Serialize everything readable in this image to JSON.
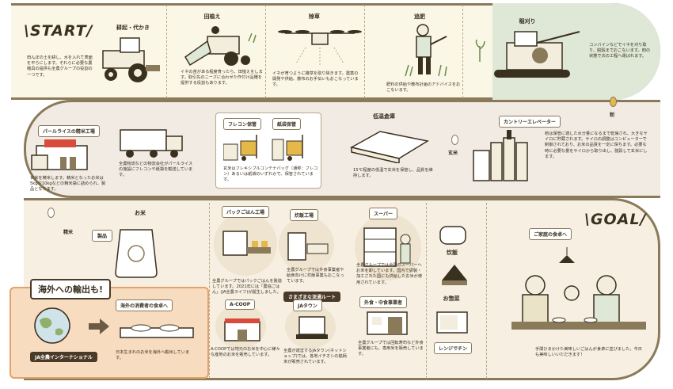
{
  "start_label": "\\START/",
  "goal_label": "\\GOAL/",
  "row1": [
    {
      "title": "耕起・代かき",
      "desc": "田んぼの土を耕し、水を入れて表面を平らにします。それらに必要な農機具の提供も全農グループの役割の一つです。"
    },
    {
      "title": "田植え",
      "desc": "イネの苗がある程度育ったら、田植えをします。取引先のニーズに合わせた作付け品種を提供する役割もあります。"
    },
    {
      "title": "除草",
      "desc": "イネが育つように雑草を取り除きます。農薬の開発や供給、散布のお手伝いもおこなっています。"
    },
    {
      "title": "追肥",
      "desc": "肥料の供給や散布計画のアドバイスをおこないます。"
    },
    {
      "title": "稲刈り",
      "desc": "コンバインなどでイネを刈り取り、脱穀までおこないます。籾の状態で次の工程へ運ばれます。"
    }
  ],
  "label_momi": "籾",
  "row2": {
    "factory": {
      "title": "パールライスの精米工場",
      "desc1": "全農物流などの物流会社がパールライスの施設にフレコンや紙袋を輸送しています。",
      "desc2": "玄米を精米します。精米となったお米は5kgや10kgなどの精米袋に詰められ、製品となります。"
    },
    "storage_tags": [
      "フレコン保管",
      "紙袋保管"
    ],
    "storage_desc": "玄米はフレキシブルコンテナバッグ（通称：フレコン）あるいは紙袋のいずれかで、保管されています。",
    "warehouse": {
      "title": "低温倉庫",
      "desc": "15℃程度の低温で玄米を保管し、品質を維持します。"
    },
    "genmai_label": "玄米",
    "elevator": {
      "title": "カントリーエレベーター",
      "desc": "籾は保管に適した水分量になるまで乾燥され、大きなサイロに貯蔵されます。サイロの調整はコンピューターで制御されており、お米の品質を一定に保ちます。必要な時に必要な量をサイロから取り出し、脱穀して玄米にします。"
    }
  },
  "label_seimai": "精米",
  "row3": {
    "okome_title": "お米",
    "seihin": "製品",
    "pack": {
      "title": "パックごはん工場",
      "desc": "全農グループではパックごはんを製造しています。2021年には「農協ごはん」(JA全農ライフ)が誕生しました。"
    },
    "rice_factory": {
      "title": "炊飯工場",
      "desc": "全農グループでは外食事業者や給食向けに炊飯事業もおこなっています。"
    },
    "route": "さまざまな流通ルート",
    "super": {
      "title": "スーパー",
      "desc": "全農グループでは全国のスーパーへお米を卸しています。国内で調製・加工された国にも供給したお米が使用されています。"
    },
    "gaishoku": {
      "title": "外食・中食事業者",
      "desc": "全農グループでは回転寿司など外食事業者にも、専用米を販売しています。"
    },
    "acoop": {
      "title": "A-COOP",
      "desc": "A-COOPでは地元のお米を中心に様々な産地のお米を販売しています。"
    },
    "jatown": {
      "title": "JAタウン",
      "desc": "全農が運営するJAタウン(ネットショップ)では、各地イチオシの銘柄米が販売されています。"
    },
    "kitchen": [
      "炊飯",
      "お惣菜",
      "レンジでチン"
    ],
    "goal_title": "ご家庭の食卓へ",
    "goal_desc": "手間ひまかけた美味しいごはんが食卓に並びました。今日も美味しいいただきます！"
  },
  "export": {
    "title": "海外への輸出も!",
    "consumer": "海外の消費者の食卓へ",
    "company": "JA全農インターナショナル",
    "desc": "日本生まれのお米を海外へ輸出しています。"
  },
  "colors": {
    "border": "#8a7a5a",
    "accent_gold": "#e4b94a",
    "export_bg": "#f8dcc0",
    "route_bg": "#4a3a28"
  }
}
